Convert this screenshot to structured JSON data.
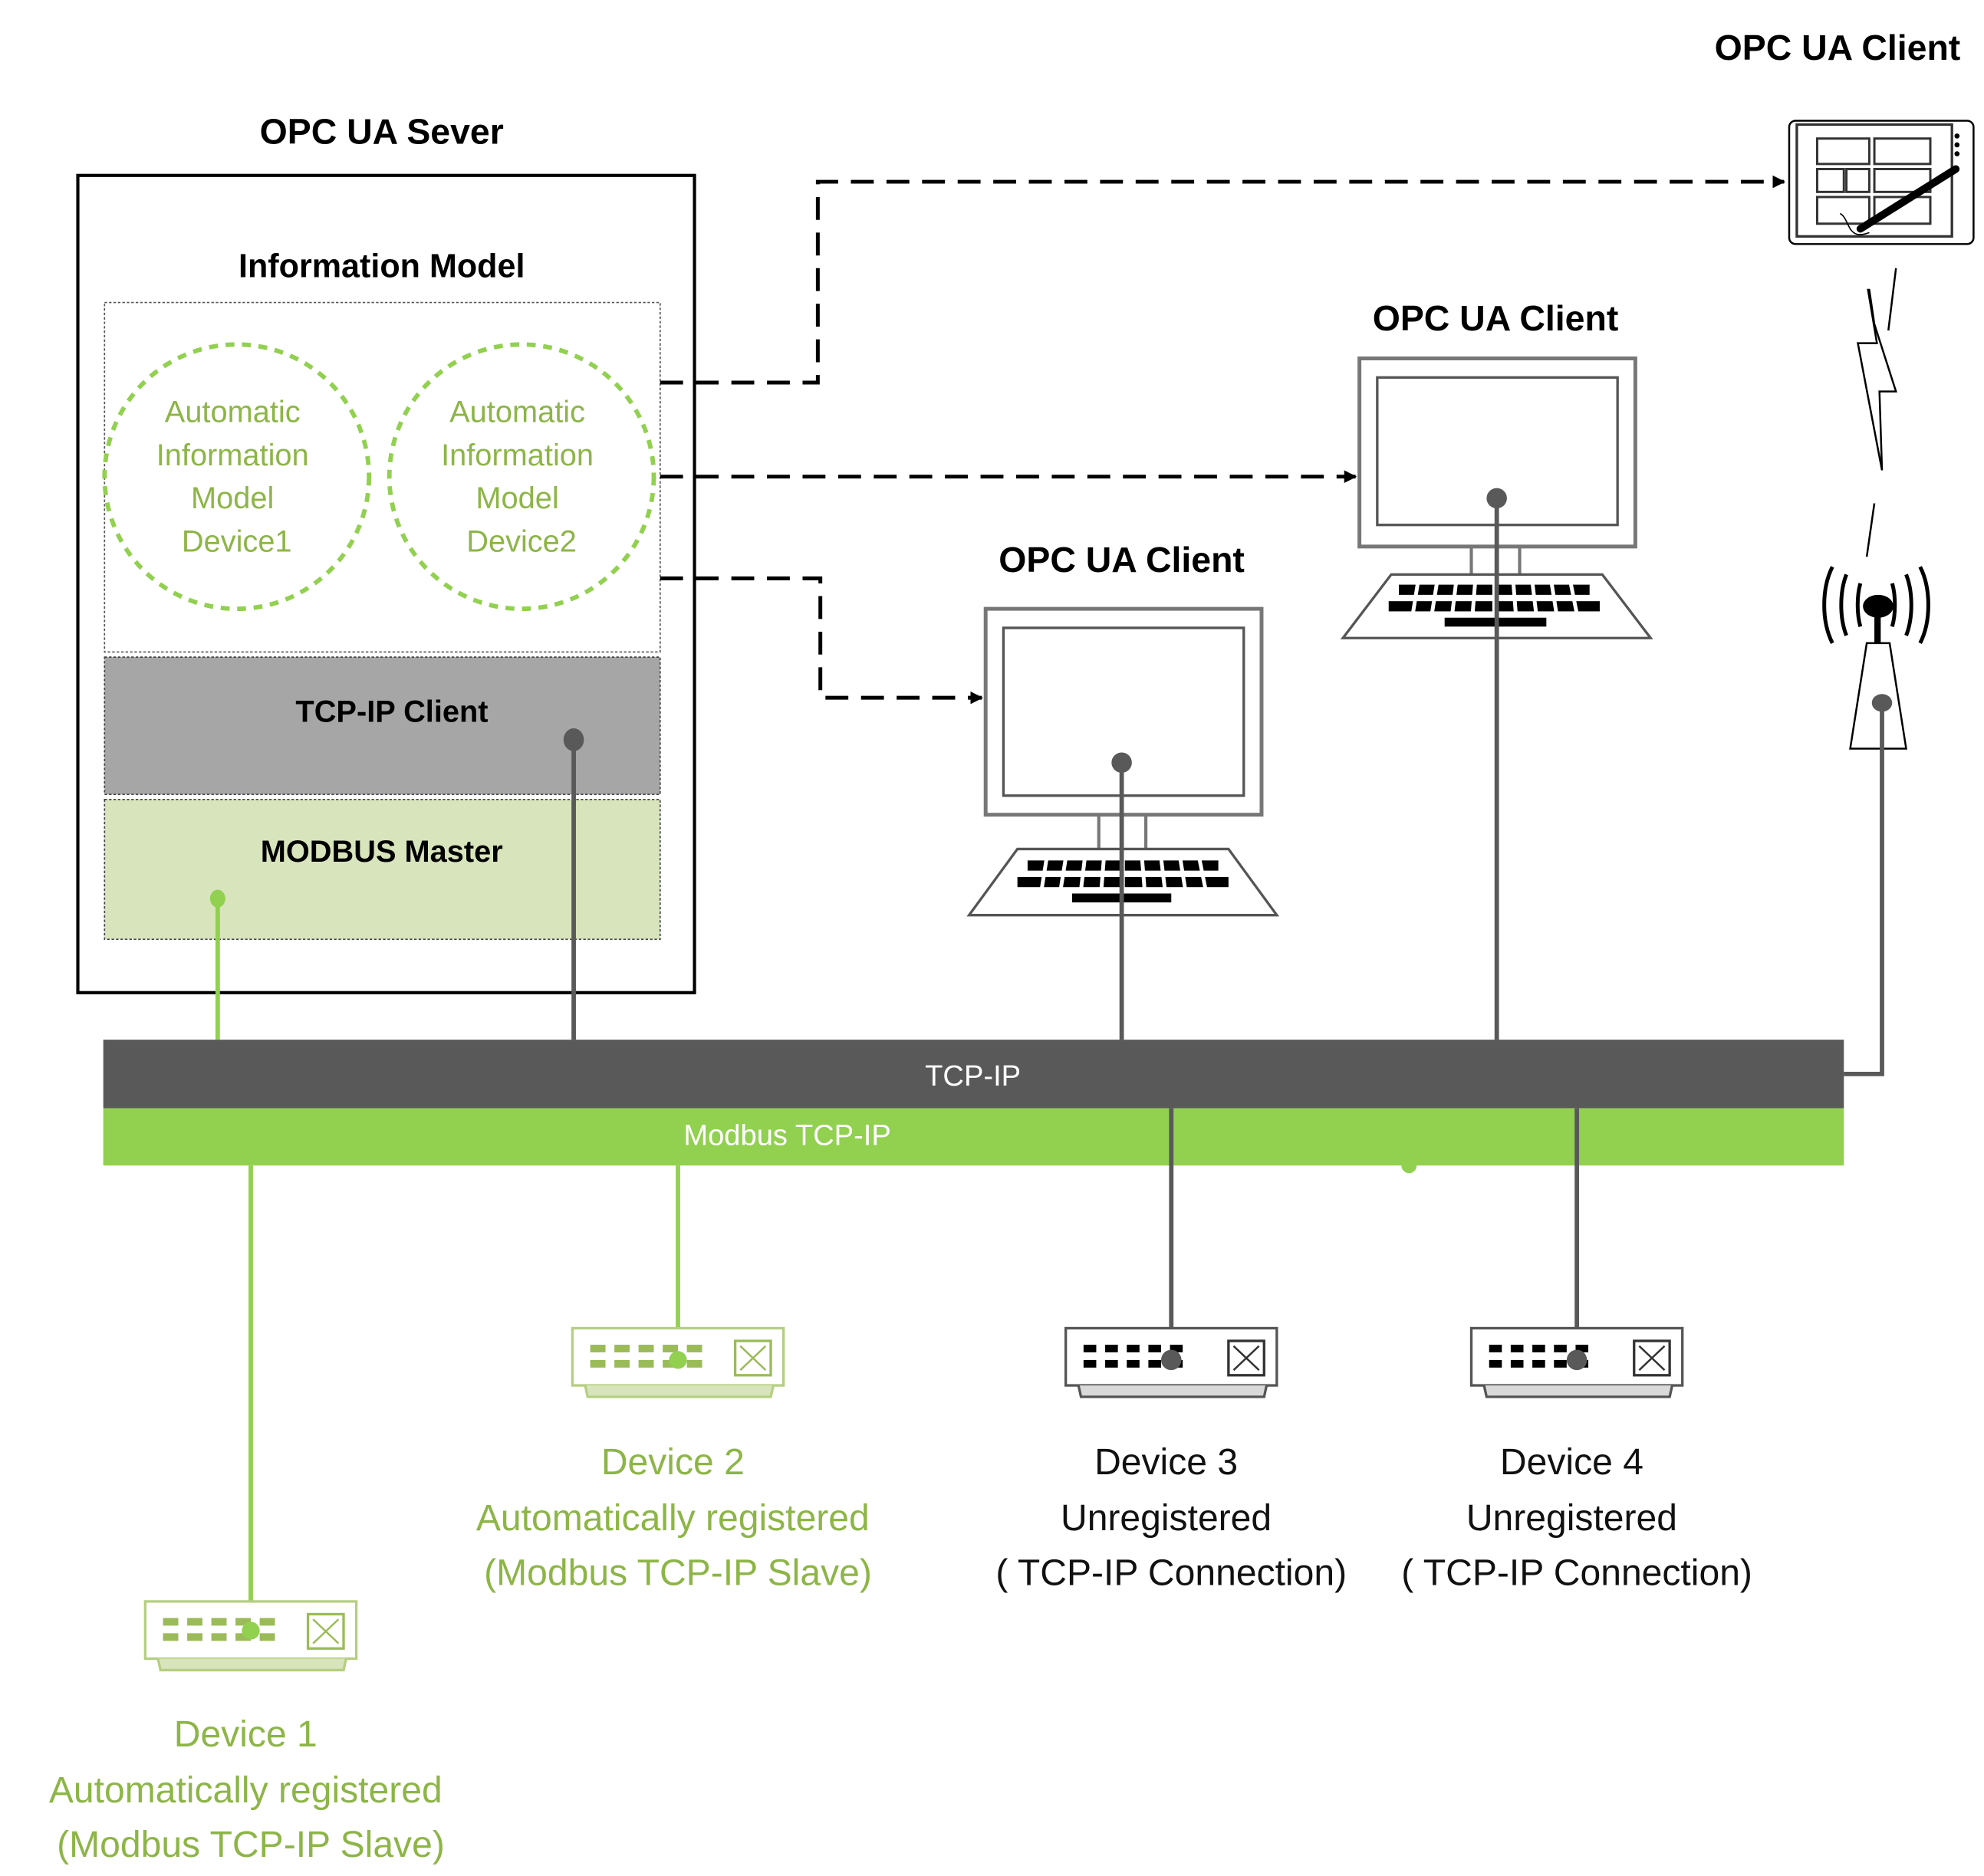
{
  "server": {
    "title": "OPC UA Sever",
    "information_model_title": "Information Model",
    "models": [
      {
        "lines": [
          "Automatic",
          "Information",
          "Model",
          "Device1"
        ]
      },
      {
        "lines": [
          "Automatic",
          "Information",
          "Model",
          "Device2"
        ]
      }
    ],
    "tcpip_client_label": "TCP-IP Client",
    "modbus_master_label": "MODBUS Master"
  },
  "clients": [
    {
      "title": "OPC UA Client",
      "type": "desktop-computer"
    },
    {
      "title": "OPC UA Client",
      "type": "desktop-computer"
    },
    {
      "title": "OPC UA Client",
      "type": "tablet-wireless"
    }
  ],
  "buses": {
    "tcpip_label": "TCP-IP",
    "modbus_label": "Modbus TCP-IP"
  },
  "devices": [
    {
      "name": "Device 1",
      "status": "Automatically registered",
      "connection": "(Modbus TCP-IP Slave)",
      "registered": true
    },
    {
      "name": "Device 2",
      "status": "Automatically registered",
      "connection": "(Modbus TCP-IP Slave)",
      "registered": true
    },
    {
      "name": "Device 3",
      "status": "Unregistered",
      "connection": "( TCP-IP Connection)",
      "registered": false
    },
    {
      "name": "Device 4",
      "status": "Unregistered",
      "connection": "( TCP-IP Connection)",
      "registered": false
    }
  ],
  "colors": {
    "green": "#92d050",
    "green_text": "#8db547",
    "dark_bus": "#595959",
    "tcpip_client_fill": "#a6a6a6",
    "modbus_master_fill": "#d8e4bc"
  }
}
